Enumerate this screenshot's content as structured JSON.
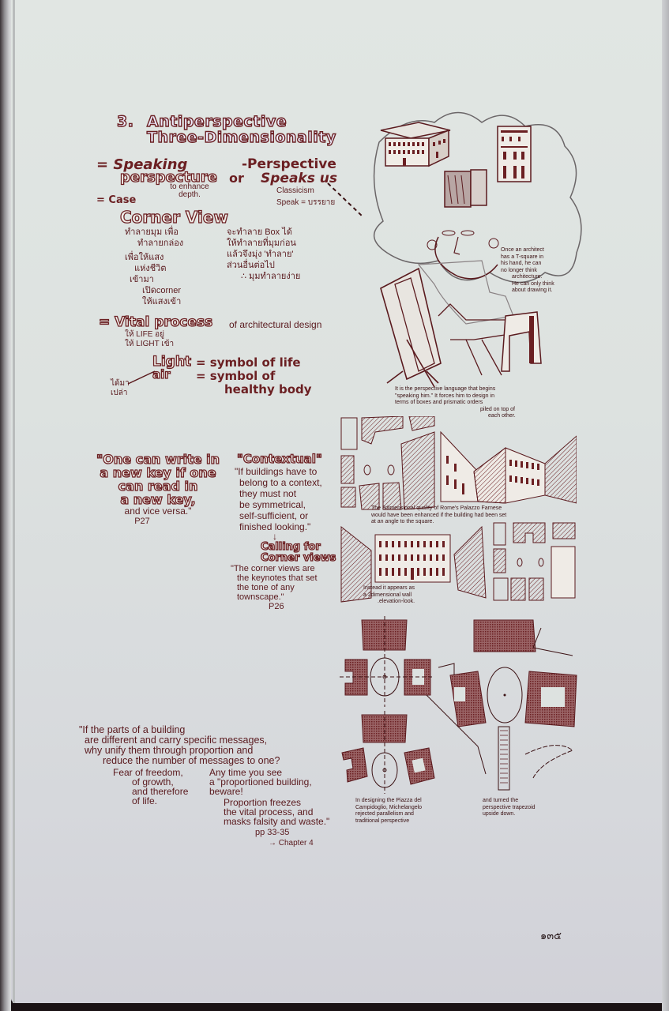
{
  "page": {
    "background": "#dde2e0",
    "ink_color": "#6b1f22",
    "page_number": "๑๓๕"
  },
  "section": {
    "number": "3.",
    "title_line1": "Antiperspective",
    "title_line2": "Three-Dimensionality"
  },
  "notes_left": {
    "speaking_bullet": "= Speaking",
    "speaking_line2": "perspecture",
    "or": "or",
    "enhance": "to enhance depth.",
    "perspective_bullet": "-Perspective",
    "speaks_us": "Speaks us",
    "classicism": "Classicism",
    "speak_eq": "Speak = บรรยาย",
    "case_bullet": "= Case",
    "corner_view": "Corner View",
    "thai_col1": [
      "ทำลายมุม เพื่อ",
      "ทำลายกล่อง",
      "เพื่อให้แสง",
      "แห่งชีวิต",
      "เข้ามา",
      "เปิดcorner",
      "ให้แสงเข้า"
    ],
    "thai_col2": [
      "จะทำลาย Box ได้",
      "ให้ทำลายที่มุมก่อน",
      "แล้วจึงมุ่ง 'ทำลาย'",
      "ส่วนอื่นต่อไป",
      "∴ มุมทำลายง่าย"
    ],
    "vital_bullet": "= Vital process",
    "vital_suffix": "of architectural design",
    "vital_thai": [
      "ให้ LIFE อยู่",
      "ให้ LIGHT เข้า"
    ],
    "light": "Light",
    "air": "air",
    "eq_life": "= symbol of life",
    "eq_body1": "= symbol of",
    "eq_body2": "healthy body",
    "air_thai": "ได้มา\nเปล่า"
  },
  "quote_key": {
    "line1": "\"One can write in",
    "line2": "a new key if one",
    "line3": "can read in",
    "line4": "a new key,",
    "line5": "and vice versa.\"",
    "ref": "P27"
  },
  "contextual": {
    "heading": "\"Contextual\"",
    "quote": [
      "\"If buildings have to",
      "belong to a context,",
      "they must not",
      "be symmetrical,",
      "self-sufficient, or",
      "finished looking.\""
    ],
    "arrow": "↓",
    "calling1": "Calling for",
    "calling2": "Corner views",
    "quote2": [
      "\"The corner views are",
      "the keynotes that set",
      "the tone of any",
      "townscape.\""
    ],
    "ref": "P26"
  },
  "proportion_quote": {
    "lines": [
      "\"If the parts of a building",
      "are different and carry specific messages,",
      "why unify them through proportion and",
      "reduce the number of messages to one?"
    ],
    "fear": [
      "Fear of freedom,",
      "of growth,",
      "and therefore",
      "of life."
    ],
    "anytime": [
      "Any time you see",
      "a \"proportioned building,",
      "beware!"
    ],
    "freezes": [
      "Proportion freezes",
      "the vital process, and",
      "masks falsity and waste.\""
    ],
    "ref": "pp 33-35",
    "chapter": "→ Chapter 4"
  },
  "illustrations": {
    "architect_caption": [
      "Once an architect",
      "has a T-square in",
      "his hand, he can",
      "no longer think",
      "architecture.",
      "He can only think",
      "about drawing it."
    ],
    "perspective_caption": [
      "It is the perspective language that begins",
      "\"speaking him.\" It forces him to design in",
      "terms of boxes and prismatic orders",
      "piled on top of",
      "each other."
    ],
    "farnese_caption": [
      "The 3dimensional quality of Rome's Palazzo Farnese",
      "would have been enhanced if the building had been set",
      "at an angle to the square."
    ],
    "wall_caption": [
      "Instead it appears as",
      "a 2dimensional wall",
      ".elevation-look."
    ],
    "campidoglio_caption": [
      "In designing the Piazza del",
      "Campidoglio, Michelangelo",
      "rejected parallelism and",
      "traditional perspective"
    ],
    "trapezoid_caption": [
      "and turned the",
      "perspective trapezoid",
      "upside down."
    ]
  }
}
